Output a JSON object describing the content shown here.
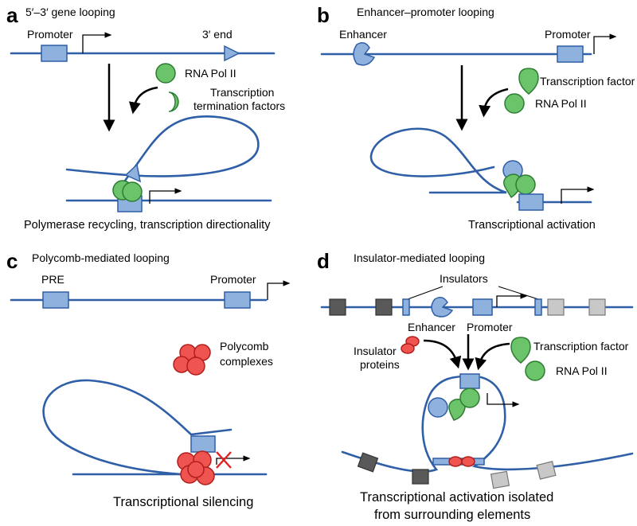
{
  "panel_a": {
    "letter": "a",
    "title": "5′–3′ gene looping",
    "promoter": "Promoter",
    "three_end": "3′ end",
    "pol": "RNA Pol II",
    "term1": "Transcription",
    "term2": "termination factors",
    "caption": "Polymerase recycling, transcription directionality"
  },
  "panel_b": {
    "letter": "b",
    "title": "Enhancer–promoter looping",
    "enhancer": "Enhancer",
    "promoter": "Promoter",
    "tf": "Transcription factor",
    "pol": "RNA Pol II",
    "caption": "Transcriptional activation"
  },
  "panel_c": {
    "letter": "c",
    "title": "Polycomb-mediated looping",
    "pre": "PRE",
    "promoter": "Promoter",
    "pc1": "Polycomb",
    "pc2": "complexes",
    "caption": "Transcriptional silencing"
  },
  "panel_d": {
    "letter": "d",
    "title": "Insulator-mediated looping",
    "insulators": "Insulators",
    "enhancer": "Enhancer",
    "promoter": "Promoter",
    "ins_prot1": "Insulator",
    "ins_prot2": "proteins",
    "tf": "Transcription factor",
    "pol": "RNA Pol II",
    "caption1": "Transcriptional activation isolated",
    "caption2": "from surrounding elements"
  }
}
